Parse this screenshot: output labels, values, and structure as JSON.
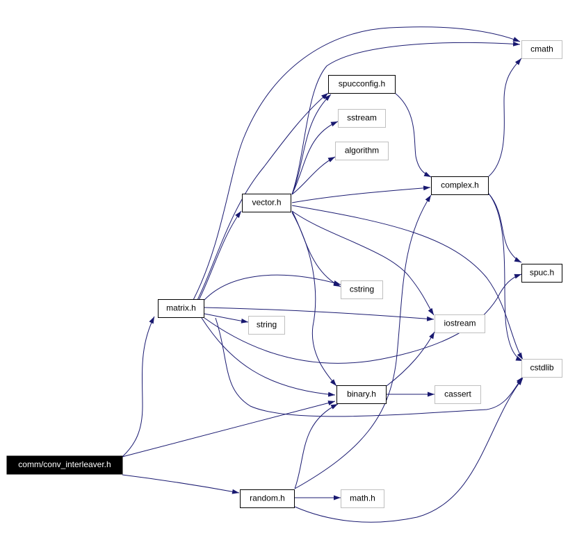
{
  "colors": {
    "edge": "#191970",
    "local_border": "#000000",
    "system_border": "#bfbfbf",
    "root_fill": "#000000",
    "root_text": "#ffffff",
    "background": "#ffffff"
  },
  "nodes": {
    "conv_interleaver": {
      "label": "comm/conv_interleaver.h",
      "kind": "root"
    },
    "matrix": {
      "label": "matrix.h",
      "kind": "local"
    },
    "vector": {
      "label": "vector.h",
      "kind": "local"
    },
    "spucconfig": {
      "label": "spucconfig.h",
      "kind": "local"
    },
    "sstream": {
      "label": "sstream",
      "kind": "system"
    },
    "algorithm": {
      "label": "algorithm",
      "kind": "system"
    },
    "cmath": {
      "label": "cmath",
      "kind": "system"
    },
    "complex": {
      "label": "complex.h",
      "kind": "local"
    },
    "spuc": {
      "label": "spuc.h",
      "kind": "local"
    },
    "cstring": {
      "label": "cstring",
      "kind": "system"
    },
    "string": {
      "label": "string",
      "kind": "system"
    },
    "iostream": {
      "label": "iostream",
      "kind": "system"
    },
    "cstdlib": {
      "label": "cstdlib",
      "kind": "system"
    },
    "binary": {
      "label": "binary.h",
      "kind": "local"
    },
    "cassert": {
      "label": "cassert",
      "kind": "system"
    },
    "random": {
      "label": "random.h",
      "kind": "local"
    },
    "math": {
      "label": "math.h",
      "kind": "system"
    }
  },
  "edges": [
    [
      "conv_interleaver",
      "matrix"
    ],
    [
      "conv_interleaver",
      "binary"
    ],
    [
      "conv_interleaver",
      "random"
    ],
    [
      "matrix",
      "vector"
    ],
    [
      "matrix",
      "cmath"
    ],
    [
      "matrix",
      "spucconfig"
    ],
    [
      "matrix",
      "cstring"
    ],
    [
      "matrix",
      "string"
    ],
    [
      "matrix",
      "iostream"
    ],
    [
      "matrix",
      "spuc"
    ],
    [
      "matrix",
      "binary"
    ],
    [
      "matrix",
      "cstdlib"
    ],
    [
      "vector",
      "spucconfig"
    ],
    [
      "vector",
      "cmath"
    ],
    [
      "vector",
      "sstream"
    ],
    [
      "vector",
      "algorithm"
    ],
    [
      "vector",
      "complex"
    ],
    [
      "vector",
      "cstring"
    ],
    [
      "vector",
      "iostream"
    ],
    [
      "vector",
      "cstdlib"
    ],
    [
      "vector",
      "binary"
    ],
    [
      "spucconfig",
      "complex"
    ],
    [
      "complex",
      "cmath"
    ],
    [
      "complex",
      "spuc"
    ],
    [
      "complex",
      "cstdlib"
    ],
    [
      "binary",
      "iostream"
    ],
    [
      "binary",
      "cassert"
    ],
    [
      "random",
      "binary"
    ],
    [
      "random",
      "complex"
    ],
    [
      "random",
      "math"
    ],
    [
      "random",
      "cstdlib"
    ]
  ]
}
